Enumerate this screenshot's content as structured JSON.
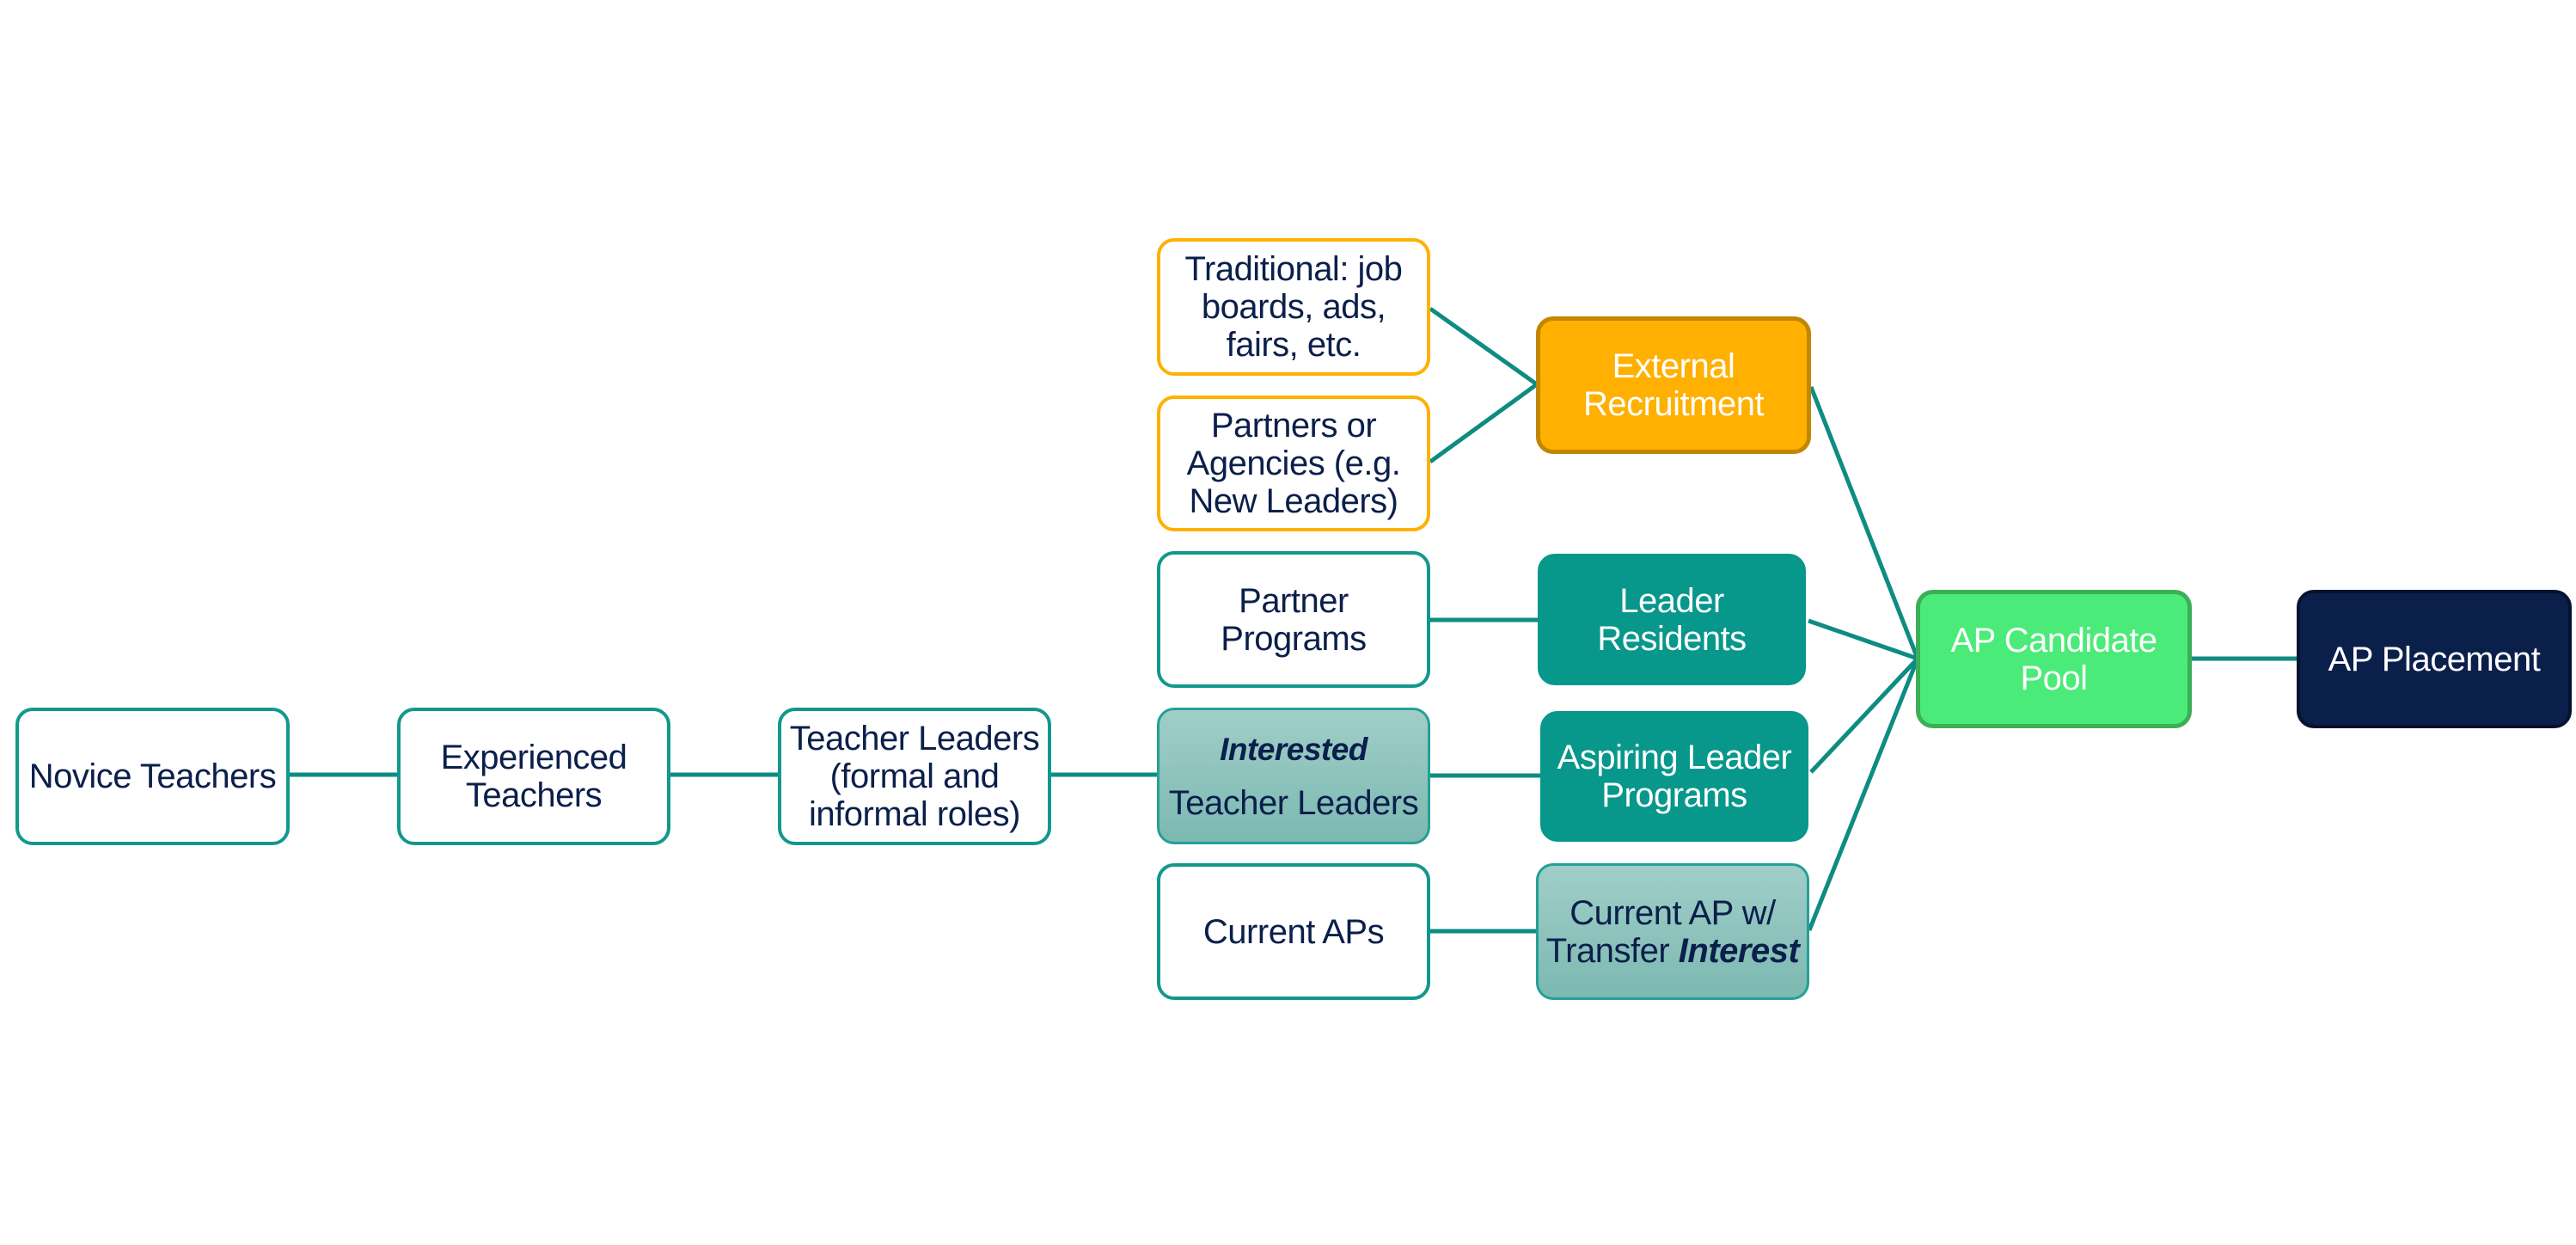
{
  "diagram": {
    "type": "flow",
    "colors": {
      "text": "#0B1F4B",
      "connector": "#0E8C82",
      "teal": "#07978B",
      "light_teal": "#8EC4BD",
      "gold": "#FFB000",
      "green": "#4BEB79",
      "navy": "#0B1F4B"
    },
    "nodes": {
      "novice": {
        "lines": [
          "Novice Teachers"
        ]
      },
      "experienced": {
        "lines": [
          "Experienced",
          "Teachers"
        ]
      },
      "teacher_leaders": {
        "lines": [
          "Teacher Leaders",
          "(formal and",
          "informal roles)"
        ]
      },
      "traditional": {
        "lines": [
          "Traditional:  job",
          "boards, ads,",
          "fairs, etc."
        ]
      },
      "partners_agencies": {
        "lines": [
          "Partners or",
          "Agencies (e.g.",
          "New Leaders)"
        ]
      },
      "partner_programs": {
        "lines": [
          "Partner",
          "Programs"
        ]
      },
      "interested_tl": {
        "emphasis": "Interested",
        "line2": "Teacher Leaders"
      },
      "current_aps": {
        "lines": [
          "Current APs"
        ]
      },
      "external_recruitment": {
        "lines": [
          "External",
          "Recruitment"
        ]
      },
      "leader_residents": {
        "lines": [
          "Leader",
          "Residents"
        ]
      },
      "aspiring_leader": {
        "lines": [
          "Aspiring Leader",
          "Programs"
        ]
      },
      "current_ap_transfer": {
        "line1": "Current AP w/",
        "line2_prefix": "Transfer ",
        "line2_emphasis": "Interest"
      },
      "ap_candidate_pool": {
        "lines": [
          "AP Candidate",
          "Pool"
        ]
      },
      "ap_placement": {
        "lines": [
          "AP Placement"
        ]
      }
    },
    "edges": [
      [
        "novice",
        "experienced"
      ],
      [
        "experienced",
        "teacher_leaders"
      ],
      [
        "teacher_leaders",
        "interested_tl"
      ],
      [
        "traditional",
        "external_recruitment"
      ],
      [
        "partners_agencies",
        "external_recruitment"
      ],
      [
        "partner_programs",
        "leader_residents"
      ],
      [
        "interested_tl",
        "aspiring_leader"
      ],
      [
        "current_aps",
        "current_ap_transfer"
      ],
      [
        "external_recruitment",
        "ap_candidate_pool"
      ],
      [
        "leader_residents",
        "ap_candidate_pool"
      ],
      [
        "aspiring_leader",
        "ap_candidate_pool"
      ],
      [
        "current_ap_transfer",
        "ap_candidate_pool"
      ],
      [
        "ap_candidate_pool",
        "ap_placement"
      ]
    ]
  }
}
